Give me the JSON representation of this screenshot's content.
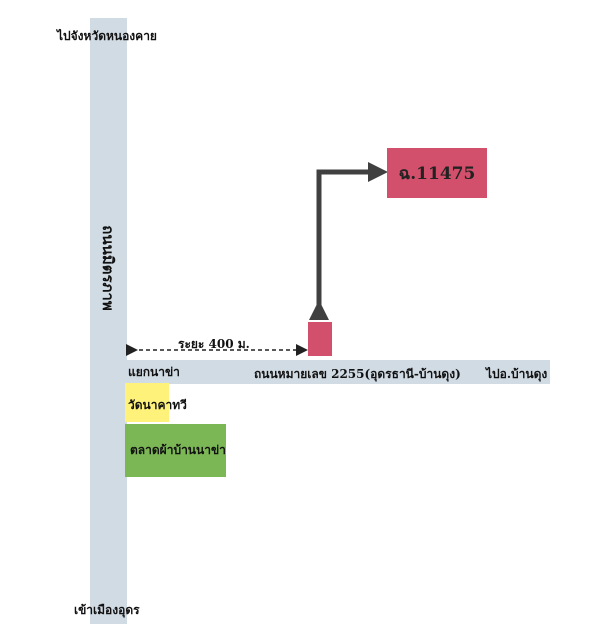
{
  "labels": {
    "to_nongkhai": "ไปจังหวัดหนองคาย",
    "main_road": "ถนนมิตรภาพ",
    "distance": "ระยะ 400 ม.",
    "junction": "แยกนาข่า",
    "highway": "ถนนหมายเลข 2255(อุดรธานี-บ้านดุง)",
    "to_bandung": "ไปอ.บ้านดุง",
    "temple": "วัดนาคาทวี",
    "market": "ตลาดผ้าบ้านนาข่า",
    "into_udon": "เข้าเมืองอุดร",
    "deed": "ฉ.11475"
  },
  "colors": {
    "road": "#d1dbe4",
    "plot": "#d2506b",
    "temple": "#fff27a",
    "market": "#7cb755",
    "arrow": "#404040"
  }
}
